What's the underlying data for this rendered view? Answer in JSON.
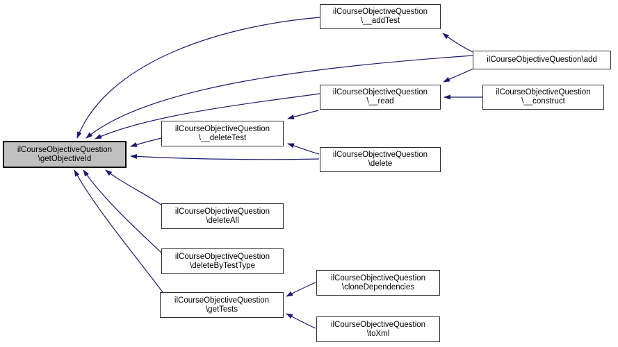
{
  "diagram_type": "caller-graph",
  "colors": {
    "edge": "#191970",
    "node_border": "#2e2e2e",
    "node_fill": "#ffffff",
    "highlight_fill": "#c0c0c0",
    "highlight_border": "#000000",
    "text": "#000000",
    "background": "#ffffff"
  },
  "nodes": {
    "get_objective_id": {
      "line1": "ilCourseObjectiveQuestion",
      "line2": "\\getObjectiveId",
      "highlighted": true
    },
    "add_test": {
      "line1": "ilCourseObjectiveQuestion",
      "line2": "\\__addTest"
    },
    "add": {
      "line1": "ilCourseObjectiveQuestion\\add",
      "line2": ""
    },
    "read": {
      "line1": "ilCourseObjectiveQuestion",
      "line2": "\\__read"
    },
    "construct": {
      "line1": "ilCourseObjectiveQuestion",
      "line2": "\\__construct"
    },
    "delete_test": {
      "line1": "ilCourseObjectiveQuestion",
      "line2": "\\__deleteTest"
    },
    "delete": {
      "line1": "ilCourseObjectiveQuestion",
      "line2": "\\delete"
    },
    "delete_all": {
      "line1": "ilCourseObjectiveQuestion",
      "line2": "\\deleteAll"
    },
    "delete_by_test_type": {
      "line1": "ilCourseObjectiveQuestion",
      "line2": "\\deleteByTestType"
    },
    "get_tests": {
      "line1": "ilCourseObjectiveQuestion",
      "line2": "\\getTests"
    },
    "clone_dependencies": {
      "line1": "ilCourseObjectiveQuestion",
      "line2": "\\cloneDependencies"
    },
    "to_xml": {
      "line1": "ilCourseObjectiveQuestion",
      "line2": "\\toXml"
    }
  },
  "edges": [
    {
      "from": "add_test",
      "to": "get_objective_id"
    },
    {
      "from": "add",
      "to": "get_objective_id"
    },
    {
      "from": "read",
      "to": "get_objective_id"
    },
    {
      "from": "delete_test",
      "to": "get_objective_id"
    },
    {
      "from": "delete",
      "to": "get_objective_id"
    },
    {
      "from": "delete_all",
      "to": "get_objective_id"
    },
    {
      "from": "delete_by_test_type",
      "to": "get_objective_id"
    },
    {
      "from": "get_tests",
      "to": "get_objective_id"
    },
    {
      "from": "add",
      "to": "add_test"
    },
    {
      "from": "add",
      "to": "read"
    },
    {
      "from": "construct",
      "to": "read"
    },
    {
      "from": "read",
      "to": "delete_test"
    },
    {
      "from": "delete",
      "to": "delete_test"
    },
    {
      "from": "clone_dependencies",
      "to": "get_tests"
    },
    {
      "from": "to_xml",
      "to": "get_tests"
    }
  ]
}
